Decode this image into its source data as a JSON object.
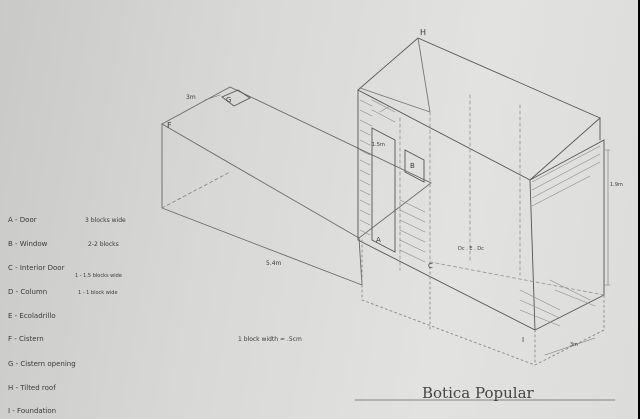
{
  "legend": [
    {
      "key": "A",
      "text": "A - Door",
      "note": "3 blocks wide"
    },
    {
      "key": "B",
      "text": "B - Window",
      "note": "2-2 blocks"
    },
    {
      "key": "C",
      "text": "C - Interior Door",
      "note": "1 - 1.5 blocks wide"
    },
    {
      "key": "D",
      "text": "D - Column",
      "note": "1 - 1 block wide"
    },
    {
      "key": "E",
      "text": "E - Ecoladrillo",
      "note": ""
    },
    {
      "key": "F",
      "text": "F - Cistern",
      "note": ""
    },
    {
      "key": "G",
      "text": "G - Cistern opening",
      "note": ""
    },
    {
      "key": "H",
      "text": "H - Tilted roof",
      "note": ""
    },
    {
      "key": "I",
      "text": "I - Foundation",
      "note": ""
    }
  ],
  "labels": {
    "A": "A",
    "B": "B",
    "C": "C",
    "D": "D",
    "E": "E",
    "F": "F",
    "G": "G",
    "H": "H",
    "I": "I"
  },
  "dimensions": {
    "cistern_top": "3m",
    "cistern_length": "5.4m",
    "door_height": "1.5m",
    "wall_height": "1.9m",
    "depth": "3m",
    "interior": "Dc . E . Dc"
  },
  "block_note": "1 block width = .5cm",
  "title": "Botica Popular"
}
